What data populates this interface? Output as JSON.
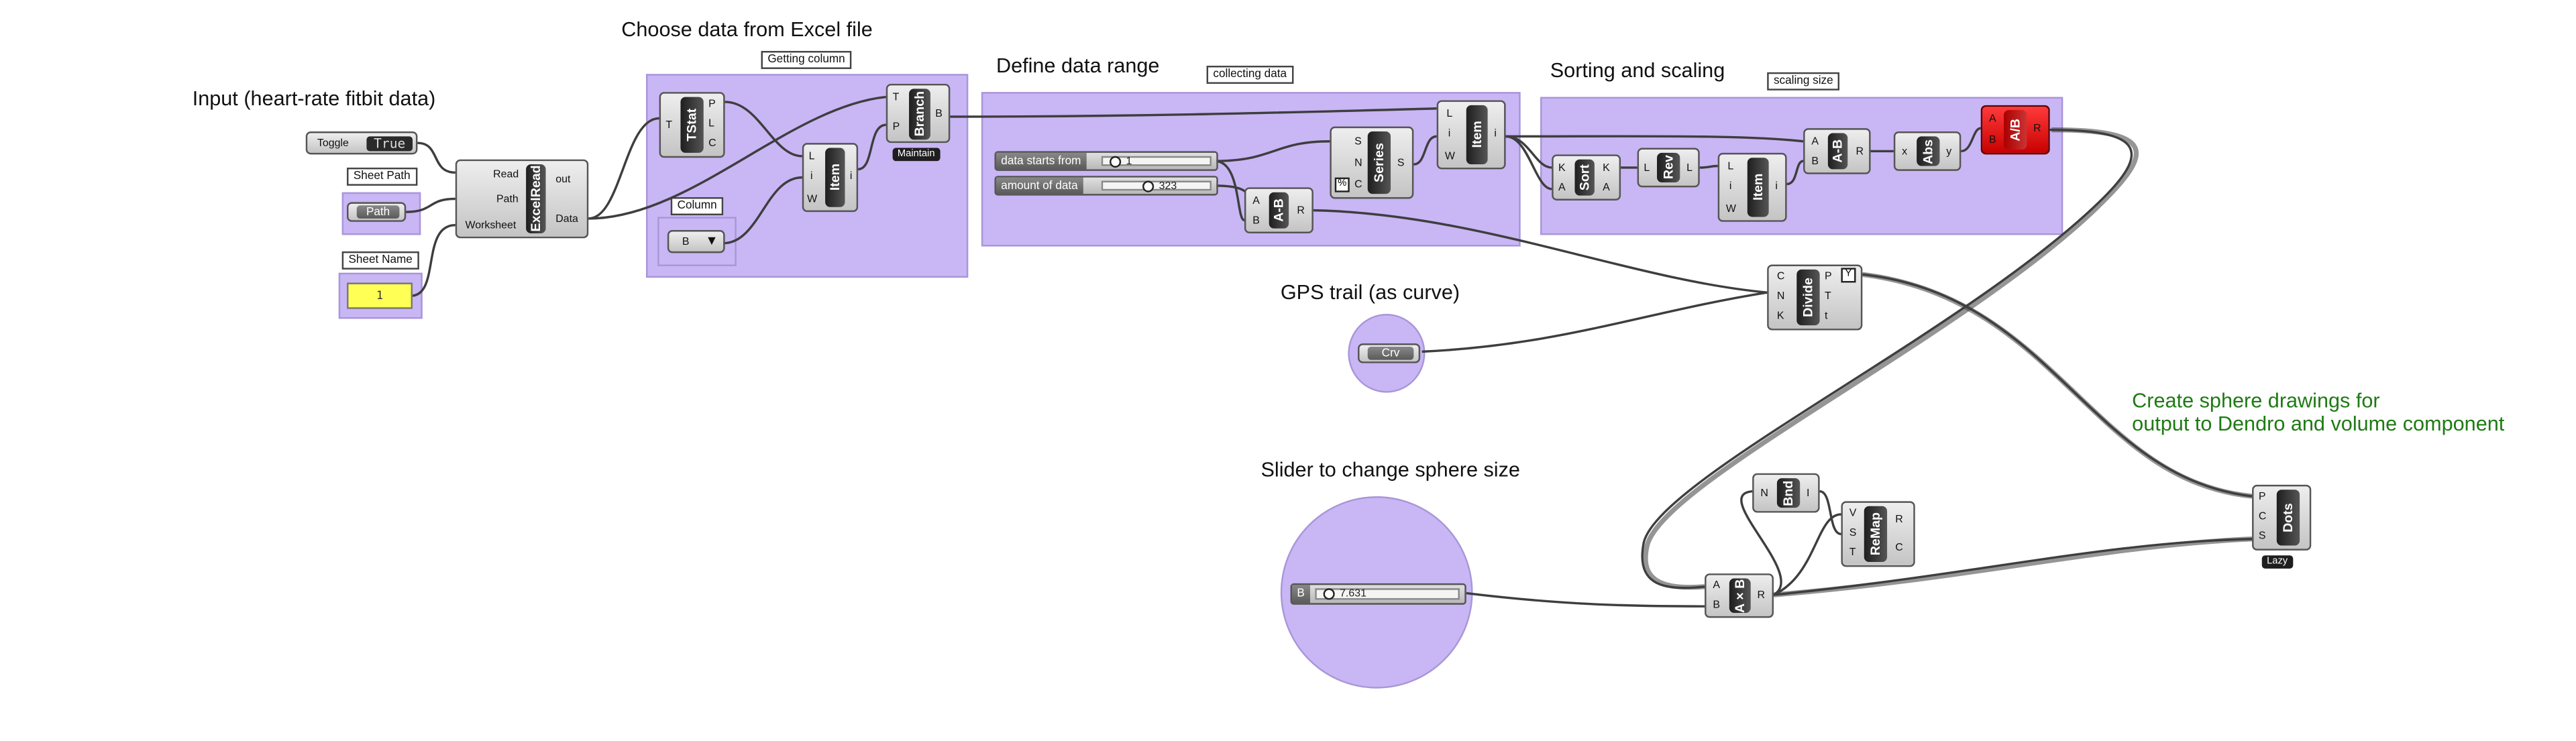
{
  "titles": {
    "input": "Input (heart-rate fitbit data)",
    "choose": "Choose data from Excel file",
    "define": "Define data range",
    "sorting": "Sorting and scaling",
    "gps": "GPS trail (as curve)",
    "slider": "Slider to change sphere size",
    "create_line1": "Create sphere drawings for",
    "create_line2": "output to Dendro and volume component"
  },
  "group_labels": {
    "getting_column": "Getting column",
    "collecting_data": "collecting data",
    "scaling_size": "scaling size",
    "sheet_path": "Sheet Path",
    "sheet_name": "Sheet Name",
    "column": "Column"
  },
  "toggle": {
    "label": "Toggle",
    "value": "True"
  },
  "path_param": {
    "label": "Path"
  },
  "sheet_panel": {
    "value": "1"
  },
  "excelread": {
    "name": "ExcelRead",
    "inputs": [
      "Read",
      "Path",
      "Worksheet"
    ],
    "outputs": [
      "out",
      "Data"
    ]
  },
  "tstat": {
    "name": "TStat",
    "inputs": [
      "T"
    ],
    "outputs": [
      "P",
      "L",
      "C"
    ]
  },
  "branch": {
    "name": "Branch",
    "inputs": [
      "T",
      "P"
    ],
    "outputs": [
      "B"
    ],
    "tag": "Maintain"
  },
  "item1": {
    "name": "Item",
    "inputs": [
      "L",
      "i",
      "W"
    ],
    "outputs": [
      "i"
    ]
  },
  "column_list": {
    "value": "B",
    "arrow": "▼"
  },
  "sliders": {
    "start": {
      "label": "data starts from",
      "value": "1"
    },
    "amount": {
      "label": "amount of data",
      "value": "323"
    },
    "size": {
      "label": "B",
      "value": "7.631"
    }
  },
  "series": {
    "name": "Series",
    "inputs": [
      "S",
      "N",
      "C"
    ],
    "outputs": [
      "S"
    ]
  },
  "amb1": {
    "name": "A-B",
    "inputs": [
      "A",
      "B"
    ],
    "outputs": [
      "R"
    ]
  },
  "item2": {
    "name": "Item",
    "inputs": [
      "L",
      "i",
      "W"
    ],
    "outputs": [
      "i"
    ]
  },
  "sort": {
    "name": "Sort",
    "inputs": [
      "K",
      "A"
    ],
    "outputs": [
      "K",
      "A"
    ]
  },
  "rev": {
    "name": "Rev",
    "inputs": [
      "L"
    ],
    "outputs": [
      "L"
    ]
  },
  "item3": {
    "name": "Item",
    "inputs": [
      "L",
      "i",
      "W"
    ],
    "outputs": [
      "i"
    ]
  },
  "amb2": {
    "name": "A-B",
    "inputs": [
      "A",
      "B"
    ],
    "outputs": [
      "R"
    ]
  },
  "abs": {
    "name": "Abs",
    "inputs": [
      "x"
    ],
    "outputs": [
      "y"
    ]
  },
  "adiv": {
    "name": "A/B",
    "inputs": [
      "A",
      "B"
    ],
    "outputs": [
      "R"
    ]
  },
  "divide": {
    "name": "Divide",
    "inputs": [
      "C",
      "N",
      "K"
    ],
    "outputs": [
      "P",
      "T",
      "t"
    ]
  },
  "crv": {
    "label": "Crv"
  },
  "axb": {
    "name": "A×B",
    "inputs": [
      "A",
      "B"
    ],
    "outputs": [
      "R"
    ]
  },
  "bnd": {
    "name": "Bnd",
    "inputs": [
      "N"
    ],
    "outputs": [
      "I"
    ]
  },
  "remap": {
    "name": "ReMap",
    "inputs": [
      "V",
      "S",
      "T"
    ],
    "outputs": [
      "R",
      "C"
    ]
  },
  "dots": {
    "name": "Dots",
    "inputs": [
      "P",
      "C",
      "S"
    ],
    "tag": "Lazy"
  }
}
